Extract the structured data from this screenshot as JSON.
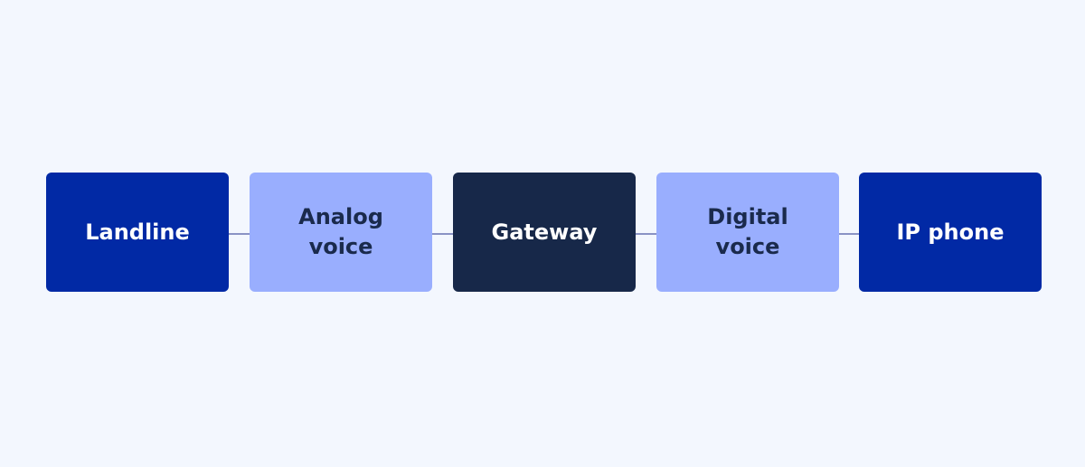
{
  "diagram": {
    "nodes": [
      {
        "label": "Landline",
        "bg": "#0129a5",
        "fg": "#ffffff"
      },
      {
        "label": "Analog\nvoice",
        "bg": "#99aefe",
        "fg": "#1a2a4c"
      },
      {
        "label": "Gateway",
        "bg": "#172849",
        "fg": "#ffffff"
      },
      {
        "label": "Digital\nvoice",
        "bg": "#99aefe",
        "fg": "#1a2a4c"
      },
      {
        "label": "IP phone",
        "bg": "#0129a5",
        "fg": "#ffffff"
      }
    ],
    "connector_color": "#8a93c4",
    "background": "#f3f7fe"
  }
}
